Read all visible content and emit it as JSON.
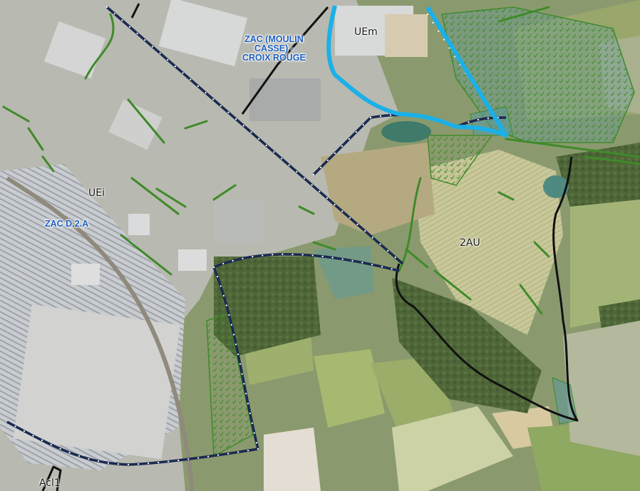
{
  "map": {
    "labels": {
      "zac_moulin_line1": "ZAC (MOULIN",
      "zac_moulin_line2": "CASSE) -",
      "zac_moulin_line3": "CROIX ROUGE",
      "zac_d2a": "ZAC D.2.A",
      "uem": "UEm",
      "uei": "UEi",
      "zone_2au": "2AU",
      "acl1": "Acl1"
    },
    "colors": {
      "zac_boundary": "#1bb0e8",
      "zone_boundary": "#111111",
      "dotted_marker": "#ffffff",
      "protected_green": "#3f8a2a",
      "wetland_fill": "#5f9a9a",
      "label_blue": "#1f5fbf"
    }
  }
}
